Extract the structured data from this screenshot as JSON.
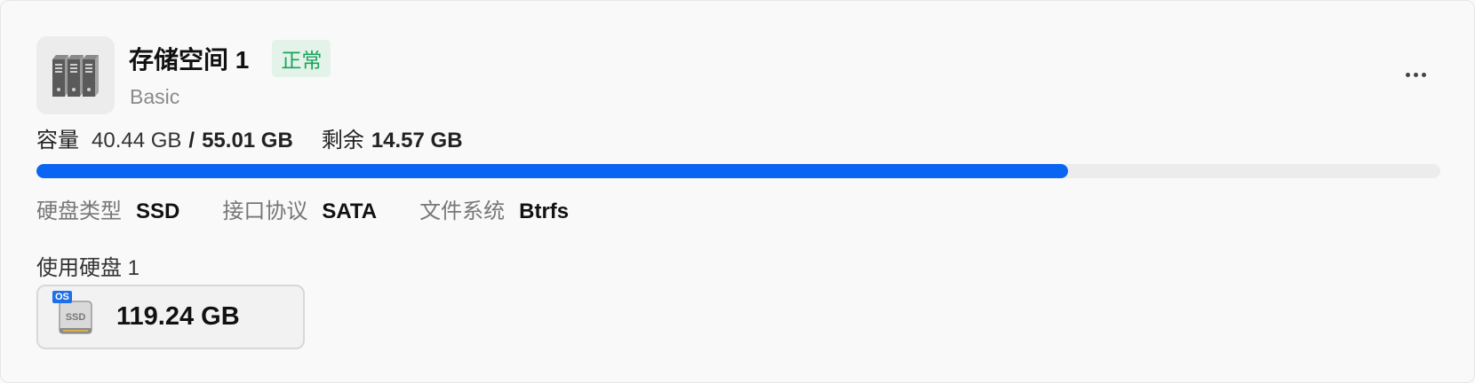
{
  "pool": {
    "title": "存储空间 1",
    "status": "正常",
    "subtitle": "Basic",
    "icon": "server-rack-icon",
    "accent_color": "#0a66f2",
    "status_color": "#1aa35a"
  },
  "capacity": {
    "label": "容量",
    "used": "40.44 GB",
    "separator": "/",
    "total": "55.01 GB",
    "free_label": "剩余",
    "free": "14.57 GB",
    "used_fraction": 0.735
  },
  "specs": [
    {
      "label": "硬盘类型",
      "value": "SSD"
    },
    {
      "label": "接口协议",
      "value": "SATA"
    },
    {
      "label": "文件系统",
      "value": "Btrfs"
    }
  ],
  "disks": {
    "heading": "使用硬盘 1",
    "items": [
      {
        "size": "119.24 GB",
        "badge": "OS",
        "icon_label": "SSD",
        "icon": "ssd-drive-icon"
      }
    ]
  }
}
